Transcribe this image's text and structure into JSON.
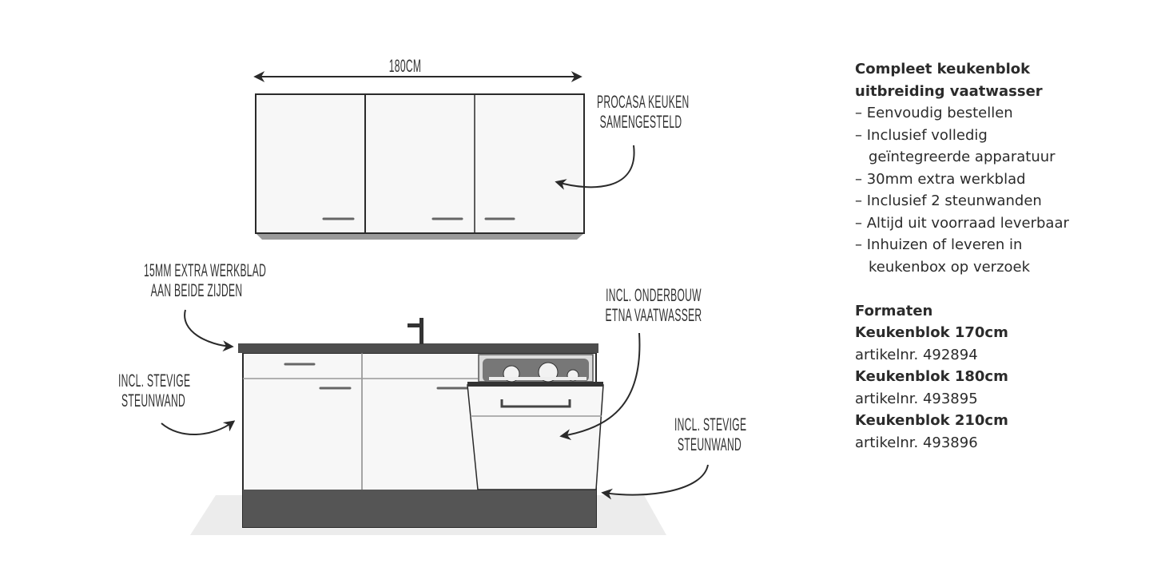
{
  "diagram": {
    "dimension_label": "180CM",
    "annotations": {
      "upper_cabinet": [
        "PROCASA KEUKEN",
        "SAMENGESTELD"
      ],
      "worktop": [
        "15MM EXTRA WERKBLAD",
        "AAN BEIDE ZIJDEN"
      ],
      "left_wall": [
        "INCL. STEVIGE",
        "STEUNWAND"
      ],
      "dishwasher": [
        "INCL. ONDERBOUW",
        "ETNA VAATWASSER"
      ],
      "right_wall": [
        "INCL. STEVIGE",
        "STEUNWAND"
      ]
    },
    "colors": {
      "line": "#2a2a2a",
      "worktop": "#4d4d4d",
      "plinth": "#555555",
      "floor": "#ececec",
      "cabinet": "#f7f7f7"
    }
  },
  "info": {
    "title_line1": "Compleet keukenblok",
    "title_line2": "uitbreiding vaatwasser",
    "features": [
      "– Eenvoudig bestellen",
      "– Inclusief volledig geïntegreerde apparatuur",
      "– 30mm extra werkblad",
      "– Inclusief 2 steunwanden",
      "– Altijd uit voorraad leverbaar",
      "– Inhuizen of leveren in keukenbox op verzoek"
    ],
    "formats_heading": "Formaten",
    "formats": [
      {
        "name": "Keukenblok 170cm",
        "article": "artikelnr. 492894"
      },
      {
        "name": "Keukenblok 180cm",
        "article": "artikelnr. 493895"
      },
      {
        "name": "Keukenblok 210cm",
        "article": "artikelnr. 493896"
      }
    ]
  }
}
